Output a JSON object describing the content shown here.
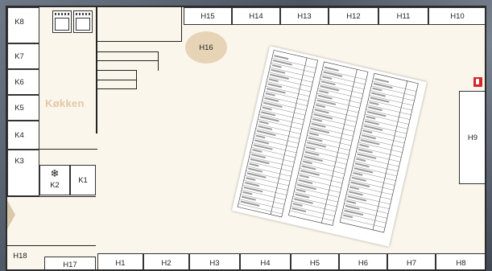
{
  "floorplan": {
    "rooms_top": [
      "H15",
      "H14",
      "H13",
      "H12",
      "H11",
      "H10"
    ],
    "rooms_bottom": [
      "H1",
      "H2",
      "H3",
      "H4",
      "H5",
      "H6",
      "H7",
      "H8"
    ],
    "rooms_left": [
      "K8",
      "K7",
      "K6",
      "K5",
      "K4",
      "K3"
    ],
    "room_k2": "K2",
    "room_k1": "K1",
    "room_h16": "H16",
    "room_h9": "H9",
    "room_h18": "H18",
    "room_h17": "H17",
    "kitchen_label": "Køkken",
    "colors": {
      "background": "#fbf6ec",
      "kitchen_text": "#e3c7a3",
      "h16_oval": "#e7d4b6",
      "fire_icon": "#d8232a"
    }
  }
}
